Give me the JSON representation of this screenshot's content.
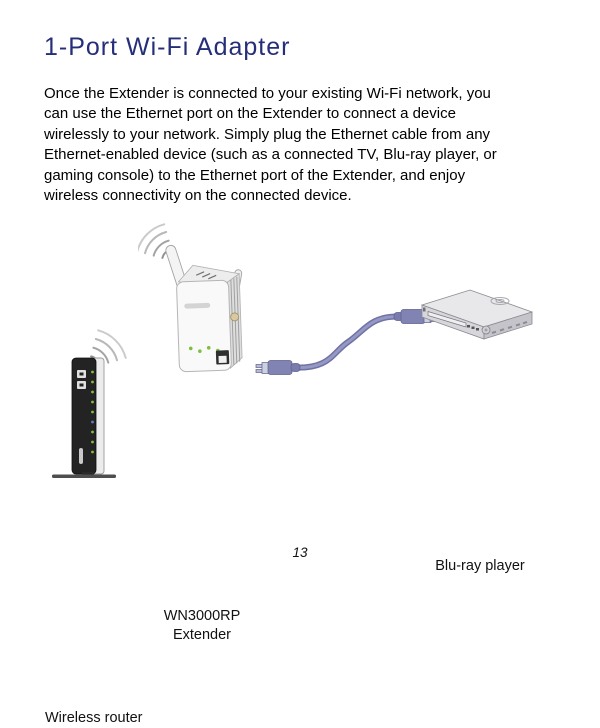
{
  "header": {
    "title": "1-Port Wi-Fi Adapter"
  },
  "body": {
    "paragraph_lines": [
      "Once the Extender is connected to your existing Wi-Fi network, you",
      "can use the Ethernet port on the Extender to connect a device",
      "wirelessly to your network. Simply plug the Ethernet cable from any",
      "Ethernet-enabled device (such as a connected TV, Blu-ray player, or",
      "gaming console) to the Ethernet port of the Extender, and enjoy",
      "wireless connectivity on the connected device."
    ]
  },
  "diagram": {
    "extender": {
      "label_line1": "WN3000RP",
      "label_line2": "Extender",
      "icon": "wifi-range-extender-illustration"
    },
    "router": {
      "label": "Wireless router",
      "icon": "wireless-router-tower-illustration"
    },
    "bluray": {
      "label": "Blu-ray player",
      "icon": "bluray-player-box-illustration"
    },
    "cable": {
      "icon": "ethernet-cable-illustration"
    },
    "wifi_waves_icon": "wifi-signal-waves-icon"
  },
  "footer": {
    "page_number": "13"
  },
  "colors": {
    "title_blue": "#252e78",
    "body_text": "#000000",
    "led_green": "#7fbf3f",
    "led_blue": "#5b7fc4",
    "cable_purple": "#8184b2",
    "device_silver": "#e8e8eb",
    "router_black": "#232323",
    "wave_gray": "#8c8c8c"
  }
}
